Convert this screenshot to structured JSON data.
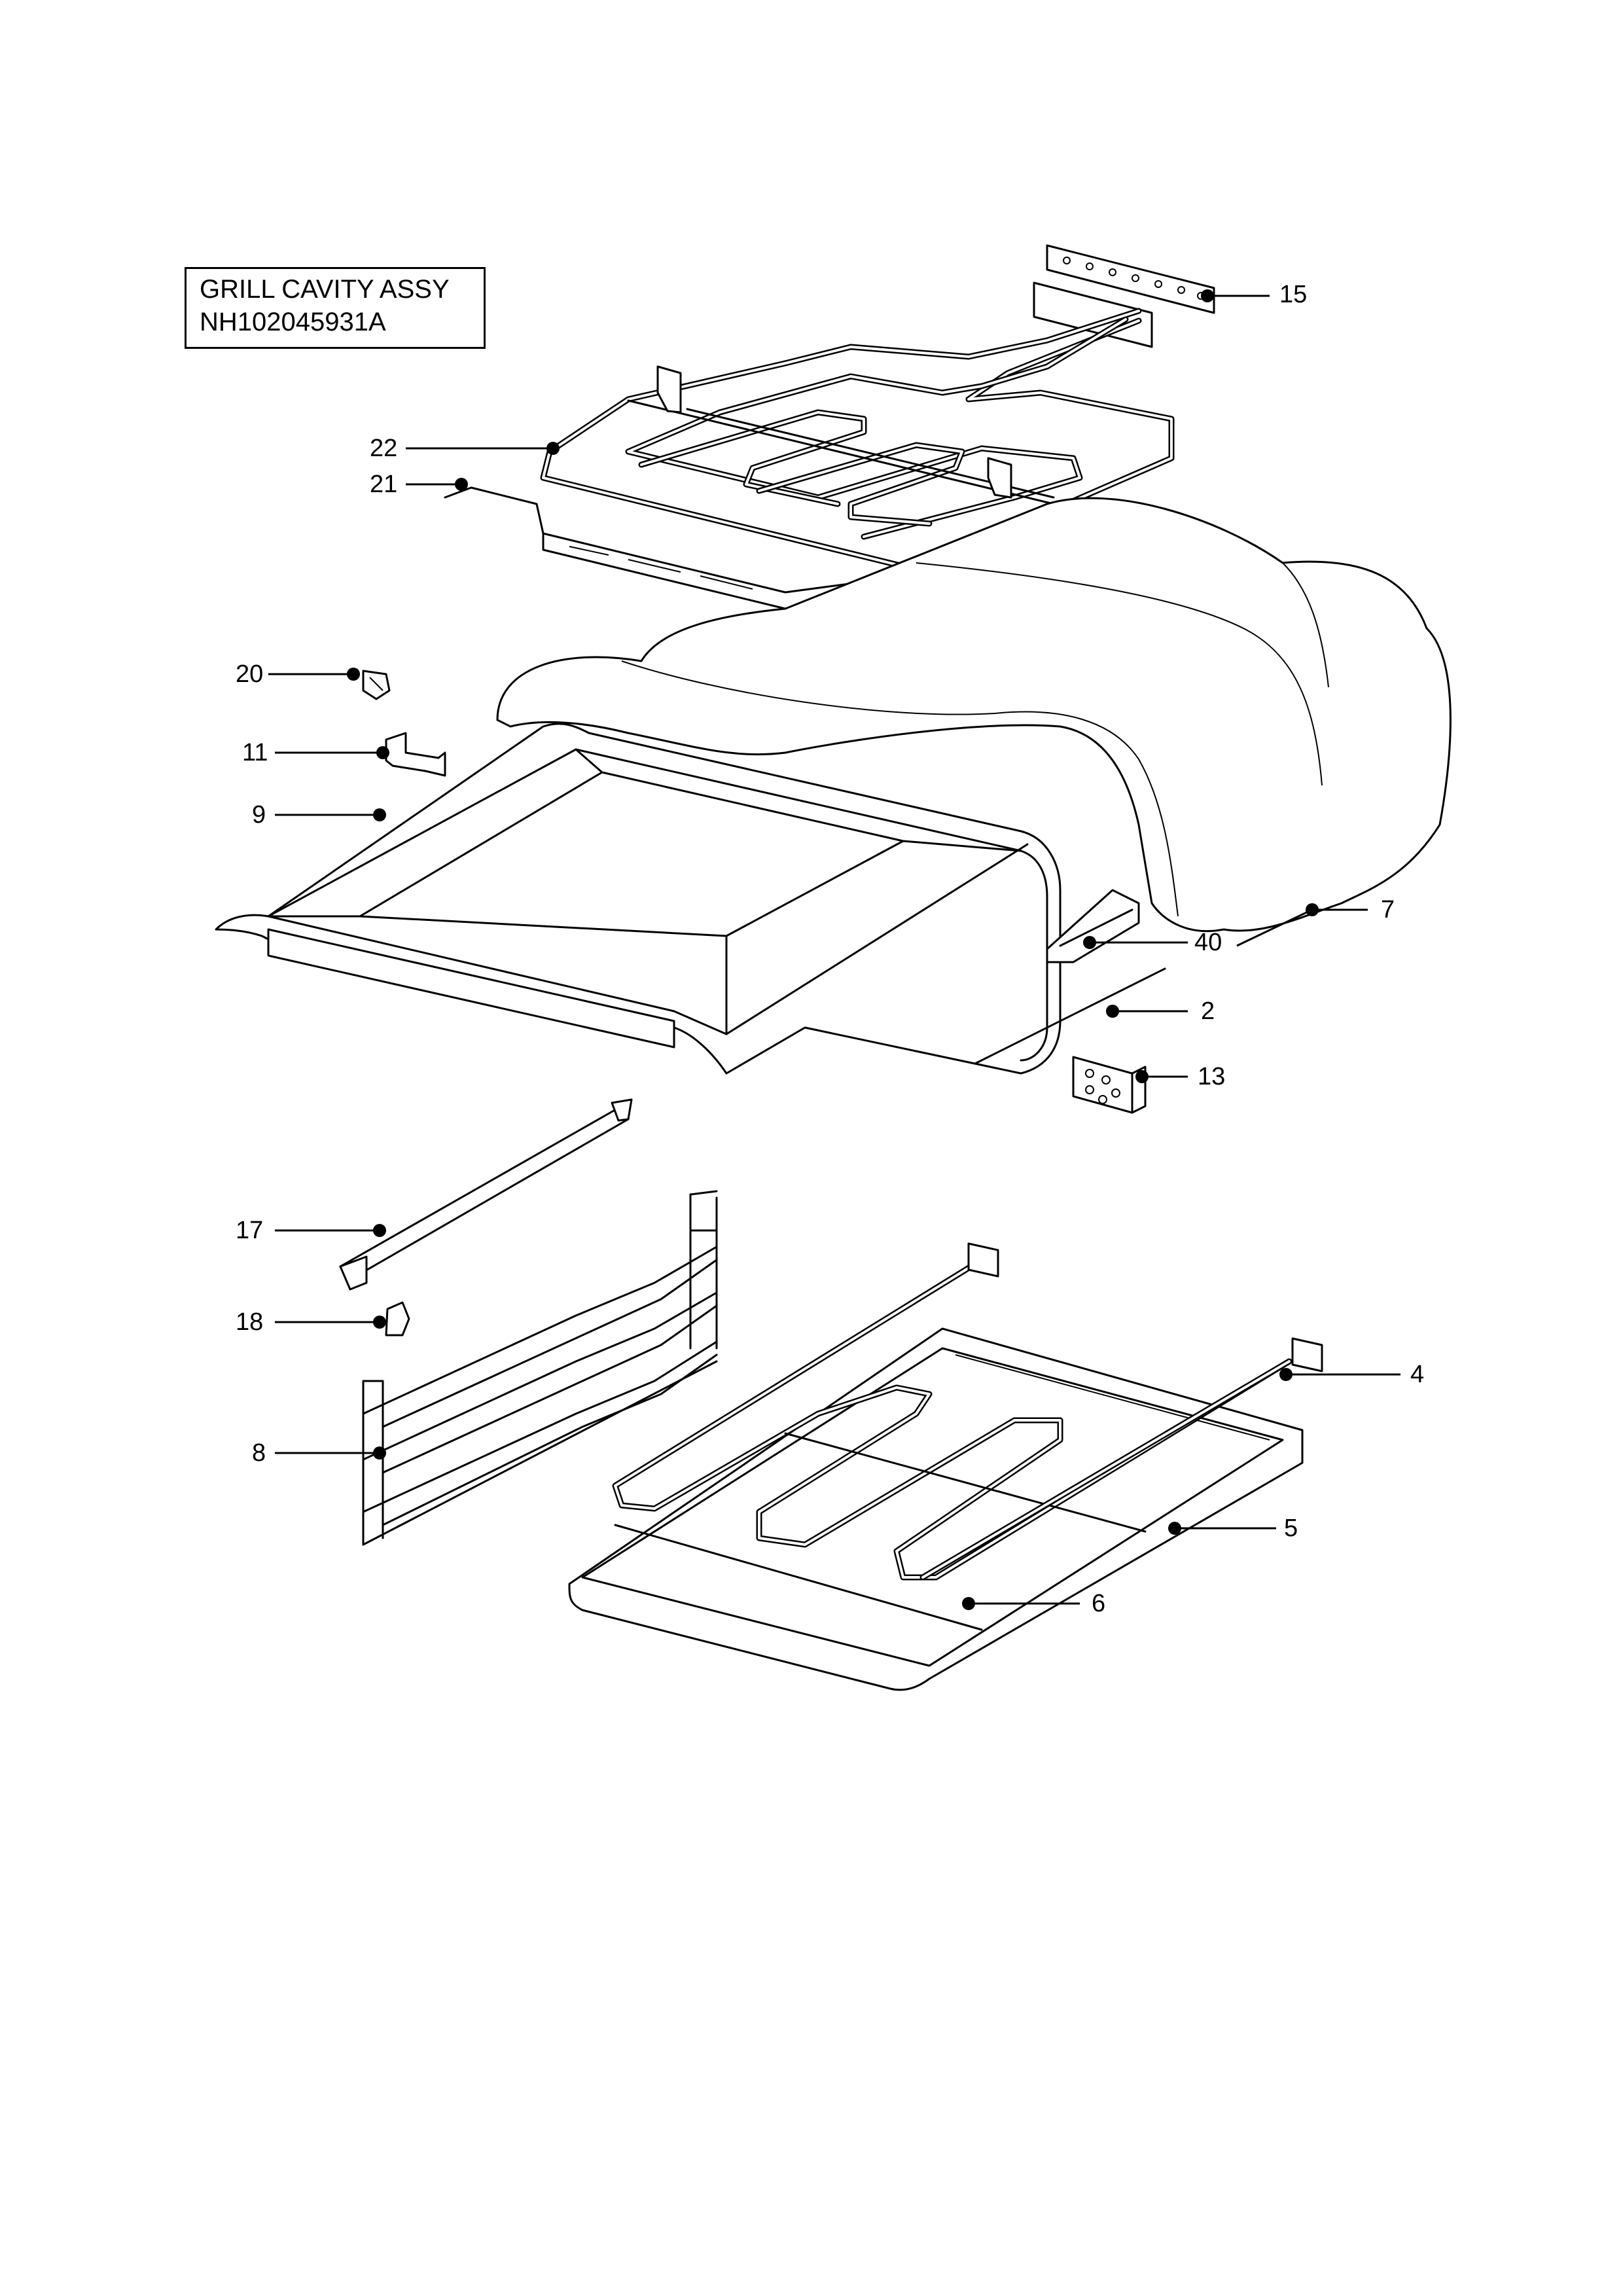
{
  "title_box": {
    "line1": "GRILL CAVITY ASSY",
    "line2": "NH102045931A"
  },
  "callouts": [
    {
      "id": "15",
      "label": "15"
    },
    {
      "id": "22",
      "label": "22"
    },
    {
      "id": "21",
      "label": "21"
    },
    {
      "id": "20",
      "label": "20"
    },
    {
      "id": "11",
      "label": "11"
    },
    {
      "id": "9",
      "label": "9"
    },
    {
      "id": "7",
      "label": "7"
    },
    {
      "id": "40",
      "label": "40"
    },
    {
      "id": "2",
      "label": "2"
    },
    {
      "id": "13",
      "label": "13"
    },
    {
      "id": "17",
      "label": "17"
    },
    {
      "id": "18",
      "label": "18"
    },
    {
      "id": "8",
      "label": "8"
    },
    {
      "id": "4",
      "label": "4"
    },
    {
      "id": "5",
      "label": "5"
    },
    {
      "id": "6",
      "label": "6"
    }
  ]
}
